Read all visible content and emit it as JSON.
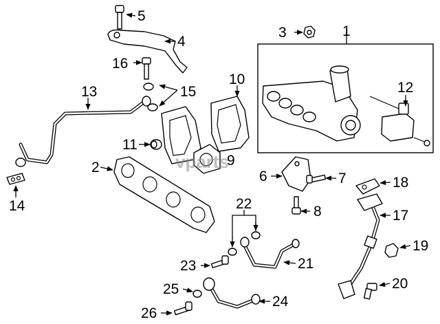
{
  "watermark": "vparts",
  "callouts": {
    "n1": "1",
    "n2": "2",
    "n3": "3",
    "n4": "4",
    "n5": "5",
    "n6": "6",
    "n7": "7",
    "n8": "8",
    "n9": "9",
    "n10": "10",
    "n11": "11",
    "n12": "12",
    "n13": "13",
    "n14": "14",
    "n15": "15",
    "n16": "16",
    "n17": "17",
    "n18": "18",
    "n19": "19",
    "n20": "20",
    "n21": "21",
    "n22": "22",
    "n23": "23",
    "n24": "24",
    "n25": "25",
    "n26": "26"
  }
}
